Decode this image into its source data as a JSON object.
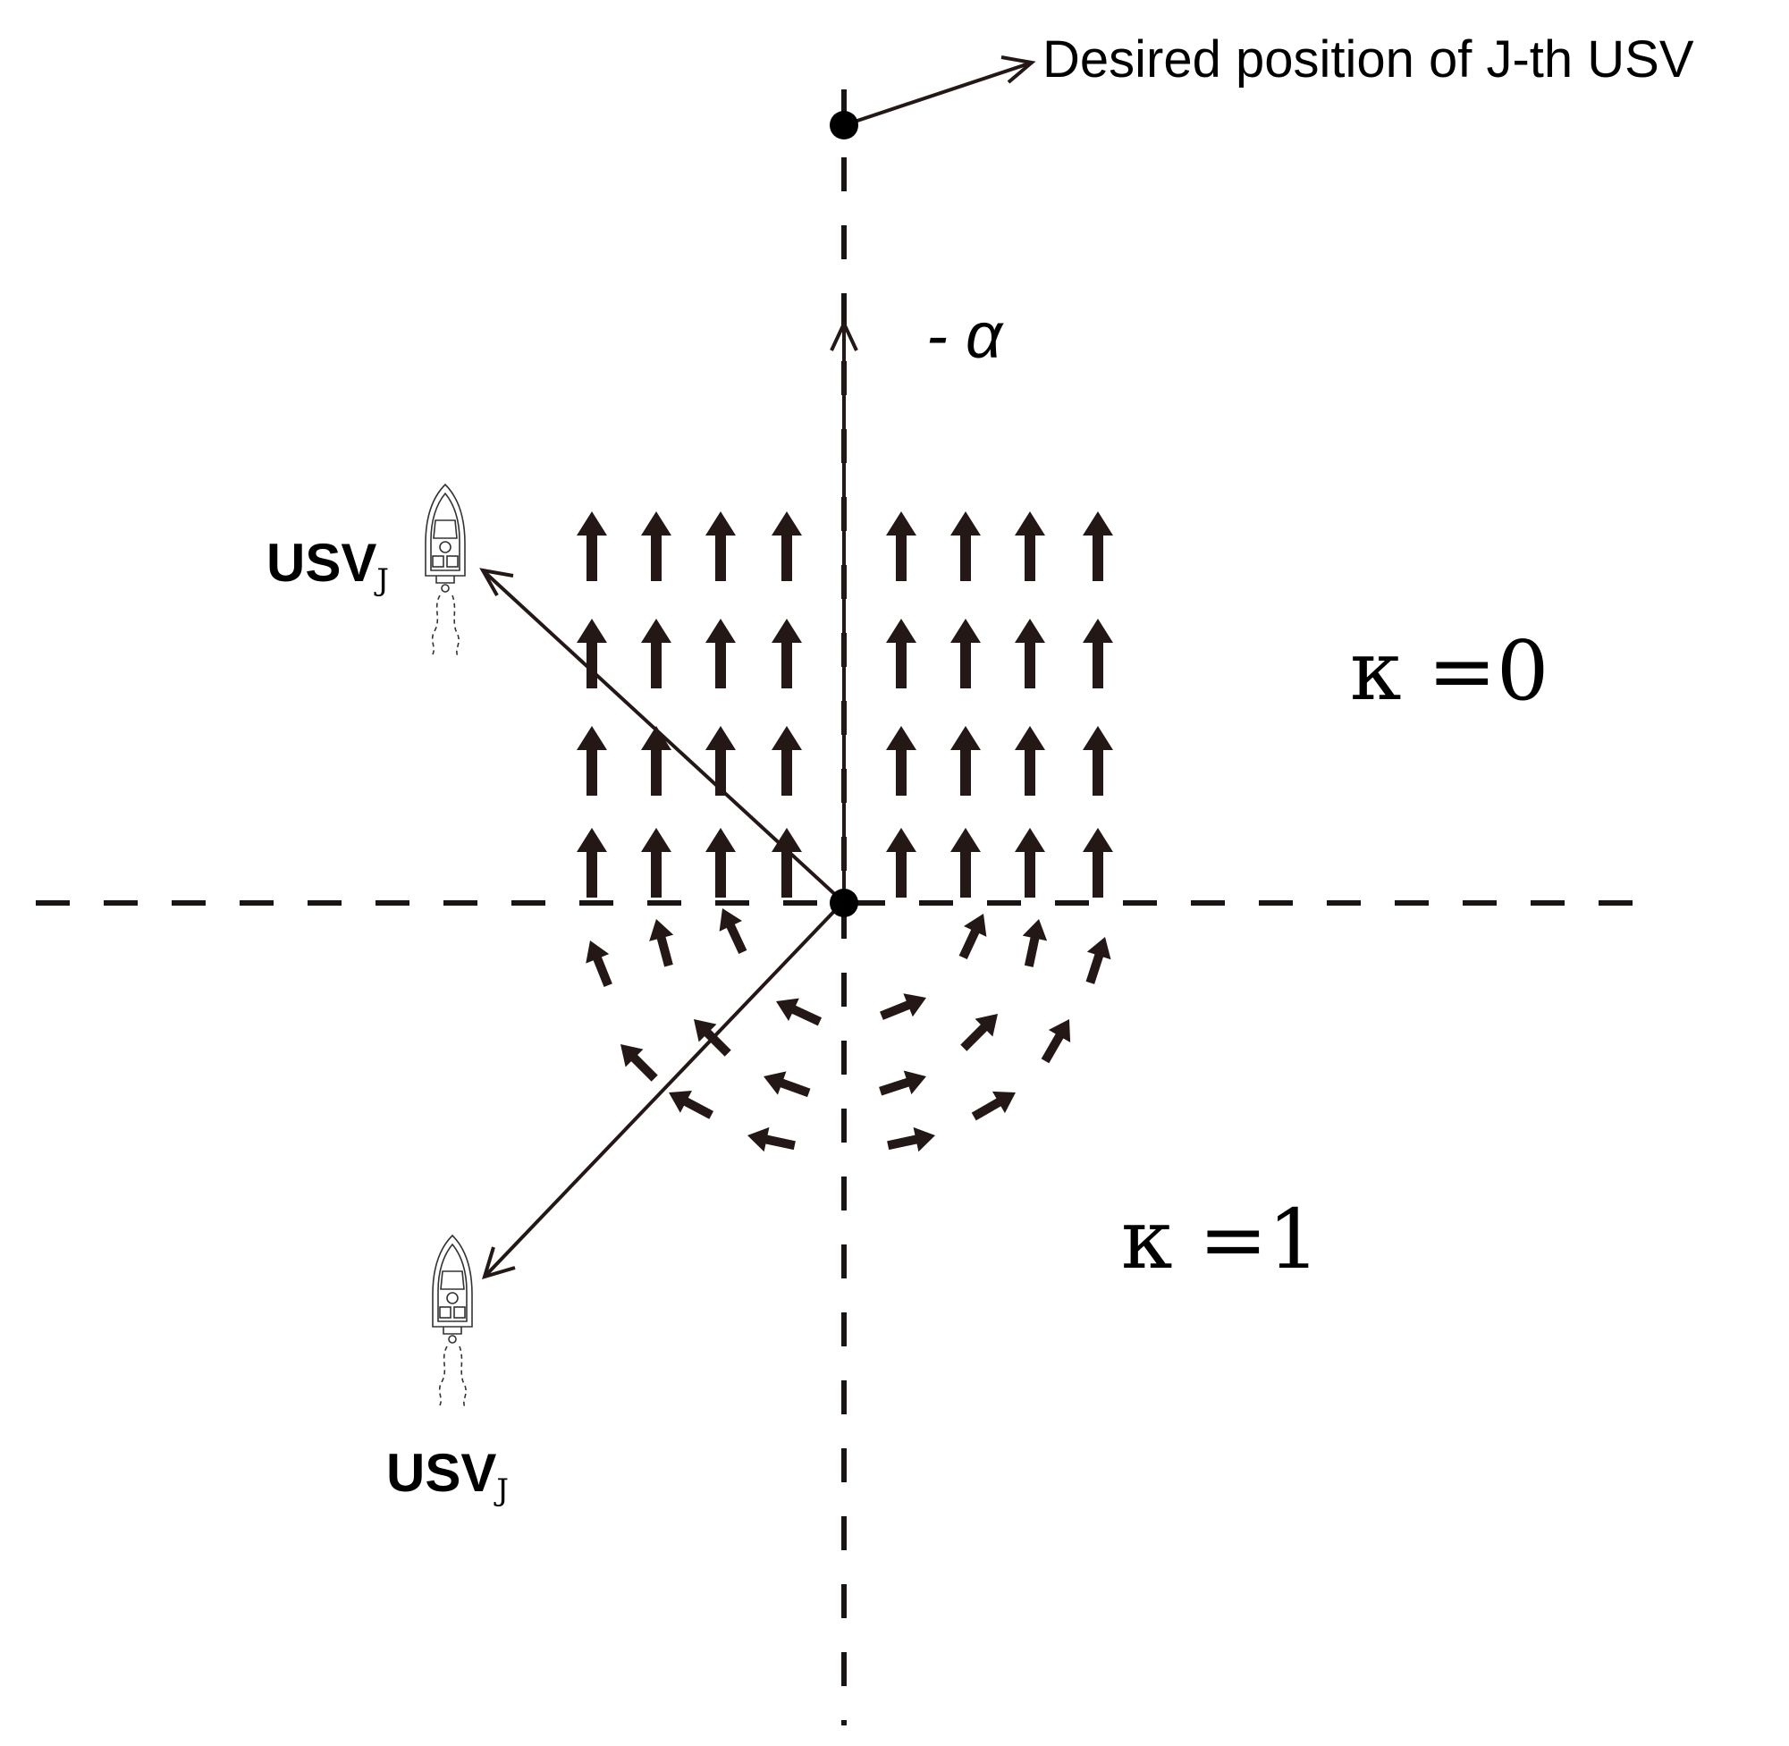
{
  "labels": {
    "desired_position": "Desired position of J-th USV",
    "minus_alpha": "- α",
    "kappa_zero": "κ =0",
    "kappa_one": "κ =1",
    "usv_upper_main": "USV",
    "usv_upper_sub": "J",
    "usv_lower_main": "USV",
    "usv_lower_sub": "J"
  },
  "colors": {
    "arrow": "#231815",
    "axis": "#1a1412"
  },
  "icons": {
    "boat": "usv-boat-icon",
    "point": "dot-marker"
  }
}
